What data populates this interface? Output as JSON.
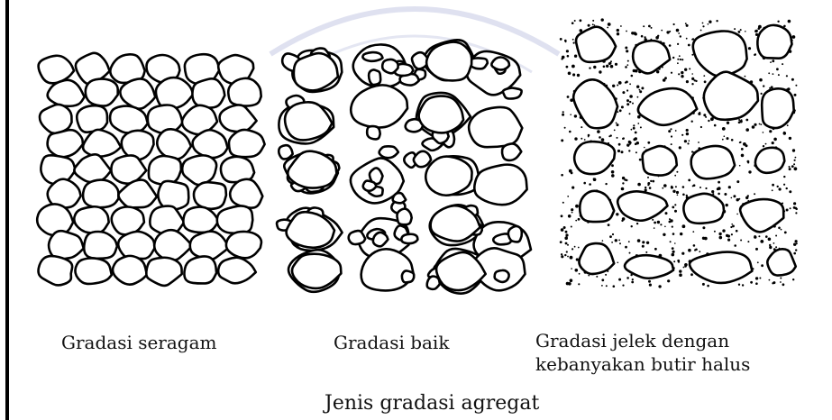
{
  "figure": {
    "title": "Jenis gradasi agregat",
    "panels": [
      {
        "id": "seragam",
        "caption_lines": [
          "Gradasi seragam"
        ],
        "fill": "none"
      },
      {
        "id": "baik",
        "caption_lines": [
          "Gradasi baik"
        ],
        "fill": "small-stones"
      },
      {
        "id": "jelek",
        "caption_lines": [
          "Gradasi jelek dengan",
          "kebanyakan butir halus"
        ],
        "fill": "fine-dots"
      }
    ],
    "colors": {
      "ink": "#000000",
      "watermark": "#c9cde6"
    }
  }
}
